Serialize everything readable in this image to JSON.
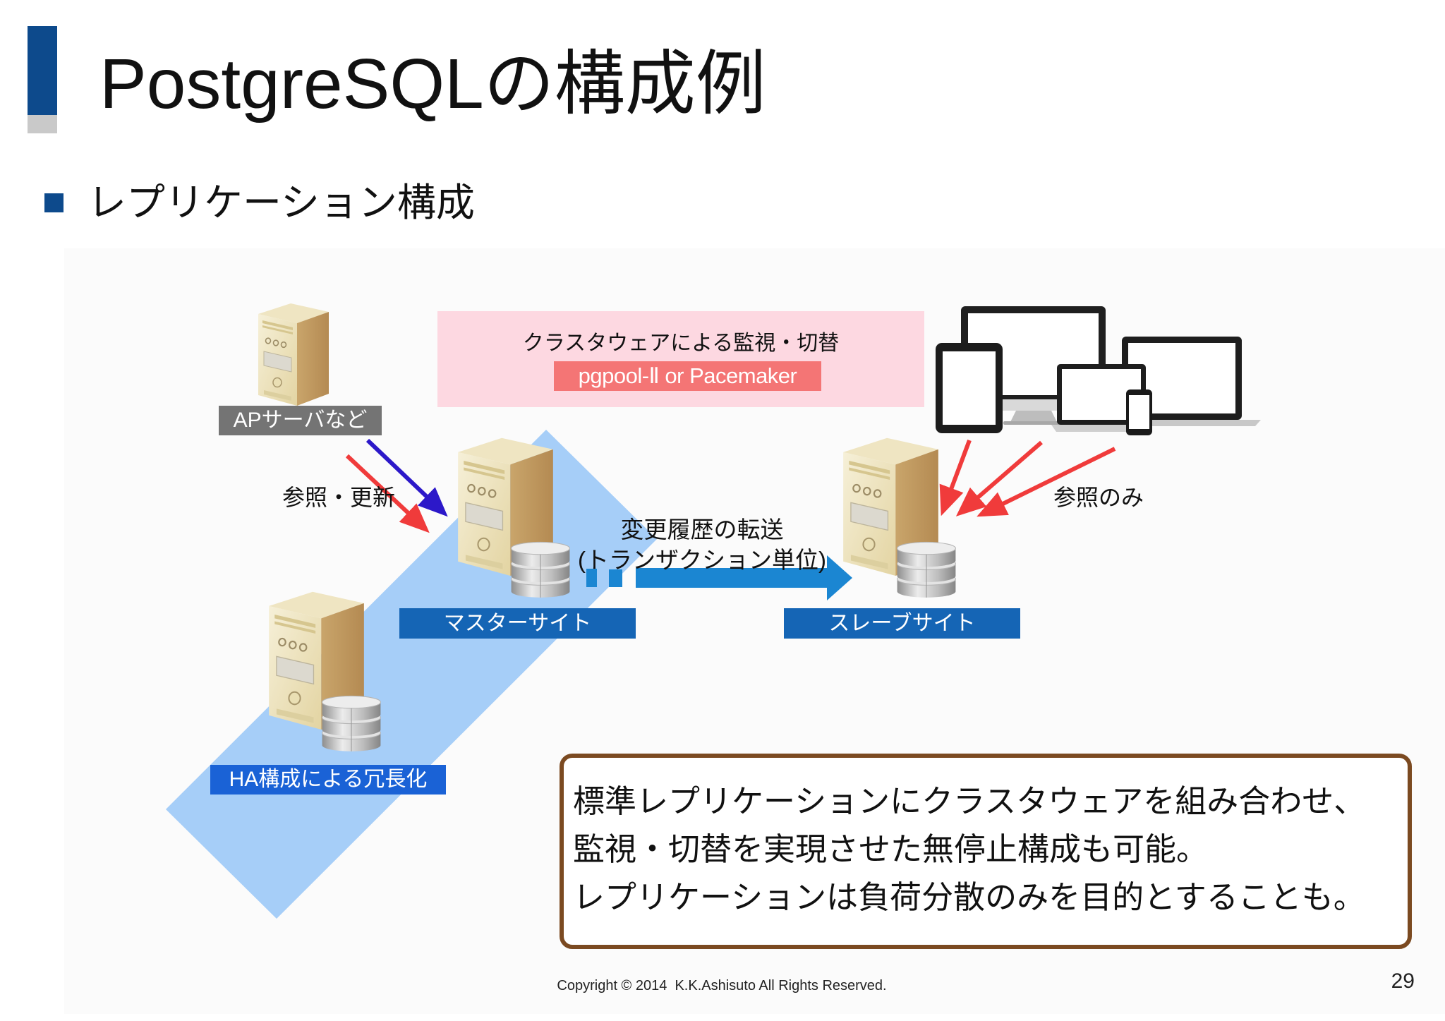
{
  "slide": {
    "title": "PostgreSQLの構成例",
    "bullet": "レプリケーション構成",
    "copyright": "Copyright © 2014  K.K.Ashisuto All Rights Reserved.",
    "page_number": "29"
  },
  "diagram": {
    "clusterware": {
      "label": "クラスタウェアによる監視・切替",
      "product": "pgpool-Ⅱ or Pacemaker"
    },
    "ap_server": {
      "label": "APサーバなど"
    },
    "ap_arrows_label": "参照・更新",
    "transfer": {
      "line1": "変更履歴の転送",
      "line2": "(トランザクション単位)"
    },
    "master": {
      "label": "マスターサイト"
    },
    "slave": {
      "label": "スレーブサイト"
    },
    "clients_label": "参照のみ",
    "ha": {
      "label": "HA構成による冗長化"
    }
  },
  "note": {
    "lines": [
      "標準レプリケーションにクラスタウェアを組み合わせ、",
      "監視・切替を実現させた無停止構成も可能。",
      "レプリケーションは負荷分散のみを目的とすることも。"
    ]
  },
  "icons": {
    "servers": "server-icon",
    "databases": "database-icon",
    "clients": [
      "monitor-icon",
      "tablet-icon",
      "laptop-icon",
      "phone-icon"
    ],
    "bullet": "square-bullet-icon"
  },
  "colors": {
    "accent": "#0d4a8c",
    "accent_gray": "#c9c9c9",
    "pink_box": "#fdd8e1",
    "product_label": "#f47575",
    "ap_label": "#747474",
    "site_label": "#1565b5",
    "ha_label": "#1a62d6",
    "ha_band": "#a6cef8",
    "arrow_red": "#f03b3b",
    "arrow_blue": "#2c18c9",
    "transfer_arrow": "#1b86d2",
    "note_border": "#7b4a21"
  }
}
